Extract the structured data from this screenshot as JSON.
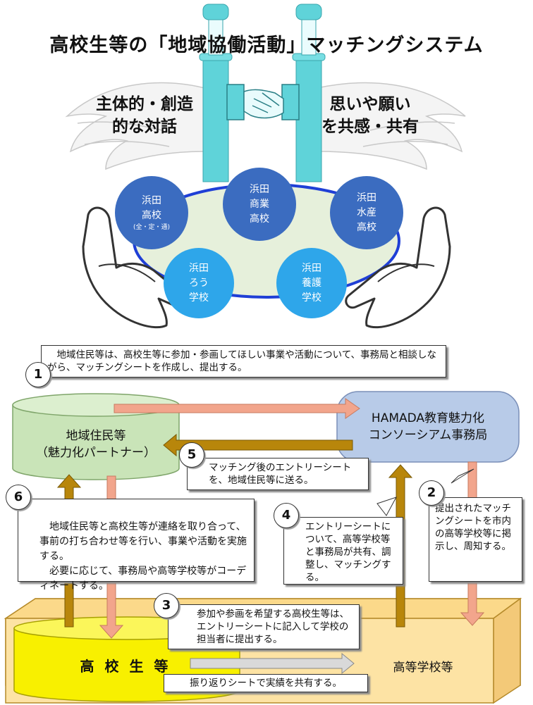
{
  "title": "高校生等の「地域協働活動」マッチングシステム",
  "slogans": {
    "left": [
      "主体的・創造",
      "的な対話"
    ],
    "right": [
      "思いや願い",
      "を共感・共有"
    ]
  },
  "schools": [
    {
      "id": "hamada",
      "name": "浜田\n高校",
      "sub": "(全・定・通)"
    },
    {
      "id": "commerce",
      "name": "浜田\n商業\n高校",
      "sub": ""
    },
    {
      "id": "fisheries",
      "name": "浜田\n水産\n高校",
      "sub": ""
    },
    {
      "id": "deaf",
      "name": "浜田\nろう\n学校",
      "sub": ""
    },
    {
      "id": "nursing",
      "name": "浜田\n養護\n学校",
      "sub": ""
    }
  ],
  "nodes": {
    "community": [
      "地域住民等",
      "（魅力化パートナー）"
    ],
    "office": [
      "HAMADA教育魅力化",
      "コンソーシアム事務局"
    ],
    "students": "高 校 生 等",
    "schools": "高等学校等"
  },
  "steps": [
    {
      "num": "1",
      "text": "　地域住民等は、高校生等に参加・参画してほしい事業や活動について、事務局と相談しながら、マッチングシートを作成し、提出する。"
    },
    {
      "num": "2",
      "text": "提出されたマッチングシートを市内の高等学校等に掲示し、周知する。"
    },
    {
      "num": "3",
      "text": "参加や参画を希望する高校生等は、エントリーシートに記入して学校の担当者に提出する。"
    },
    {
      "num": "4",
      "text": "エントリーシートについて、高等学校等と事務局が共有、調整し、マッチングする。"
    },
    {
      "num": "5",
      "text": "マッチング後のエントリーシートを、地域住民等に送る。"
    },
    {
      "num": "6",
      "text": "　地域住民等と高校生等が連絡を取り合って、事前の打ち合わせ等を行い、事業や活動を実施する。\n　必要に応じて、事務局や高等学校等がコーディネートする。"
    }
  ],
  "reflection": "振り返りシートで実績を共有する。",
  "colors": {
    "pillar": "#5fd3d9",
    "school_dark": "#3b6cc0",
    "school_light": "#2ea6ea",
    "community_fill": "#c9e4b8",
    "office_fill": "#b8cbe8",
    "base_fill": "#fde3a4",
    "students_fill": "#f8f000",
    "arrow_salmon": "#f2a58c",
    "arrow_olive": "#b8860b"
  }
}
